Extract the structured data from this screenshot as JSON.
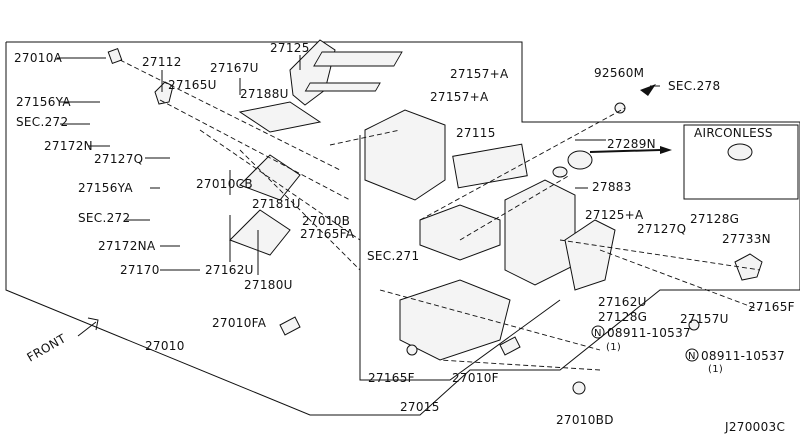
{
  "diagram": {
    "labels": [
      "27010A",
      "27112",
      "27125",
      "27167U",
      "27165U",
      "27188U",
      "27157+A",
      "27157+A",
      "92560M",
      "SEC.278",
      "27156YA",
      "SEC.272",
      "27172N",
      "27127Q",
      "27115",
      "27289N",
      "27883",
      "27010CB",
      "27156YA",
      "27181U",
      "27010B",
      "27165FA",
      "SEC.272",
      "27125+A",
      "27128G",
      "27127Q",
      "27733N",
      "SEC.271",
      "27172NA",
      "27170",
      "27162U",
      "27180U",
      "27162U",
      "27128G",
      "27165F",
      "27157U",
      "08911-10537",
      "(1)",
      "08911-10537",
      "(1)",
      "27010FA",
      "27010",
      "27165F",
      "27010F",
      "27015",
      "27010BD"
    ],
    "airconless_title": "AIRCONLESS",
    "front_label": "FRONT",
    "nut_symbol": "N",
    "diagram_code": "J270003C"
  }
}
